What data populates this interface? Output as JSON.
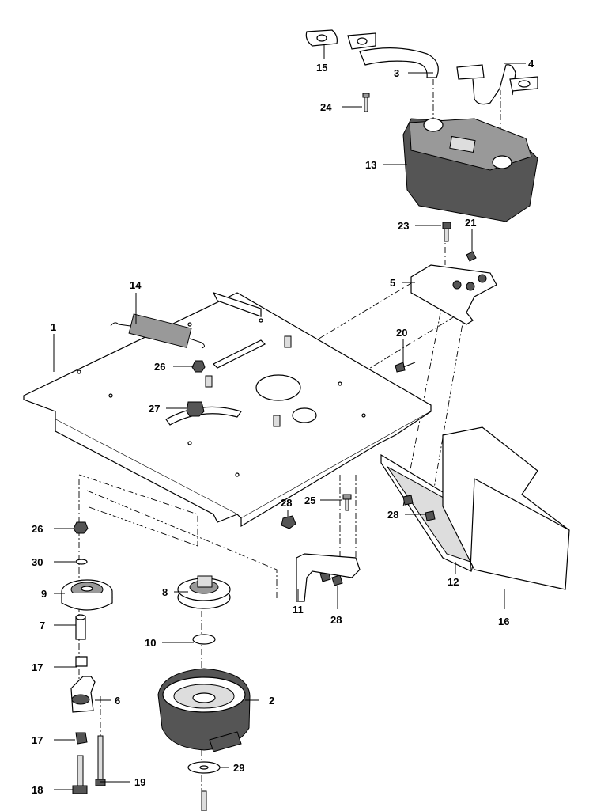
{
  "callouts": [
    {
      "id": "1",
      "label": "1"
    },
    {
      "id": "2",
      "label": "2"
    },
    {
      "id": "3",
      "label": "3"
    },
    {
      "id": "4",
      "label": "4"
    },
    {
      "id": "5",
      "label": "5"
    },
    {
      "id": "6",
      "label": "6"
    },
    {
      "id": "7",
      "label": "7"
    },
    {
      "id": "8",
      "label": "8"
    },
    {
      "id": "9",
      "label": "9"
    },
    {
      "id": "10",
      "label": "10"
    },
    {
      "id": "11",
      "label": "11"
    },
    {
      "id": "12",
      "label": "12"
    },
    {
      "id": "13",
      "label": "13"
    },
    {
      "id": "14",
      "label": "14"
    },
    {
      "id": "15",
      "label": "15"
    },
    {
      "id": "16",
      "label": "16"
    },
    {
      "id": "17a",
      "label": "17"
    },
    {
      "id": "17b",
      "label": "17"
    },
    {
      "id": "18",
      "label": "18"
    },
    {
      "id": "19",
      "label": "19"
    },
    {
      "id": "20",
      "label": "20"
    },
    {
      "id": "21",
      "label": "21"
    },
    {
      "id": "23",
      "label": "23"
    },
    {
      "id": "24",
      "label": "24"
    },
    {
      "id": "25",
      "label": "25"
    },
    {
      "id": "26a",
      "label": "26"
    },
    {
      "id": "26b",
      "label": "26"
    },
    {
      "id": "27",
      "label": "27"
    },
    {
      "id": "28a",
      "label": "28"
    },
    {
      "id": "28b",
      "label": "28"
    },
    {
      "id": "28c",
      "label": "28"
    },
    {
      "id": "29",
      "label": "29"
    },
    {
      "id": "30",
      "label": "30"
    }
  ]
}
